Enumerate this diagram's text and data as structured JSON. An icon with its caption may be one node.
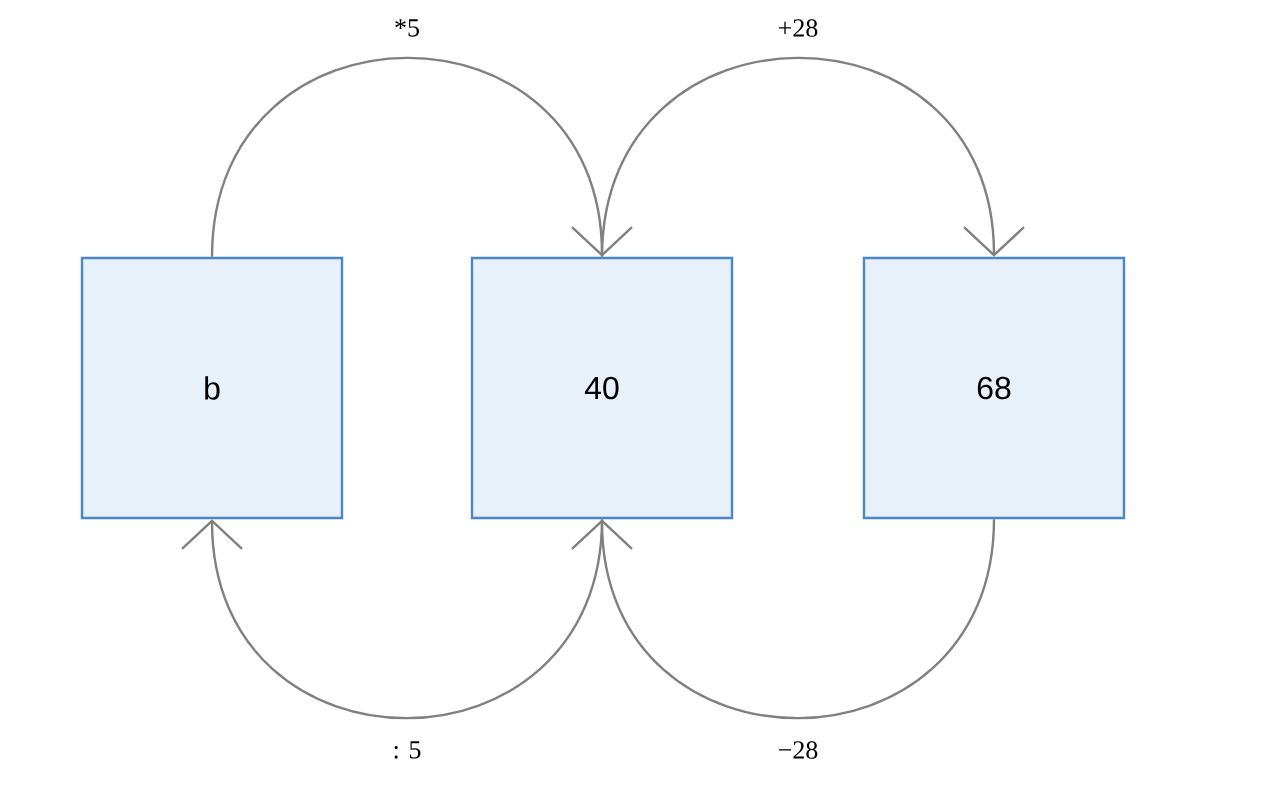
{
  "diagram": {
    "nodes": [
      {
        "text": [
          "b"
        ]
      },
      {
        "text": [
          "40"
        ]
      },
      {
        "text": [
          "68"
        ]
      }
    ],
    "edges": [
      {
        "from": 0,
        "to": 1,
        "arrow": "to",
        "label": "*5"
      },
      {
        "from": 1,
        "to": 2,
        "arrow": "to",
        "label": "+28"
      },
      {
        "from": 2,
        "to": 1,
        "arrow": "to",
        "label": "−28"
      },
      {
        "from": 1,
        "to": 0,
        "arrow": "to",
        "label": ": 5"
      }
    ]
  }
}
